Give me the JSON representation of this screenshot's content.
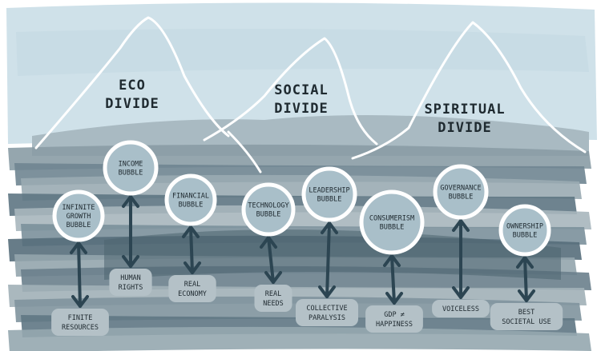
{
  "divides": [
    {
      "line1": "ECO",
      "line2": "DIVIDE"
    },
    {
      "line1": "SOCIAL",
      "line2": "DIVIDE"
    },
    {
      "line1": "SPIRITUAL",
      "line2": "DIVIDE"
    }
  ],
  "bubbles": [
    {
      "lines": [
        "INFINITE",
        "GROWTH",
        "BUBBLE"
      ],
      "consequence": [
        "FINITE",
        "RESOURCES"
      ]
    },
    {
      "lines": [
        "INCOME",
        "BUBBLE"
      ],
      "consequence": [
        "HUMAN",
        "RIGHTS"
      ]
    },
    {
      "lines": [
        "FINANCIAL",
        "BUBBLE"
      ],
      "consequence": [
        "REAL",
        "ECONOMY"
      ]
    },
    {
      "lines": [
        "TECHNOLOGY",
        "BUBBLE"
      ],
      "consequence": [
        "REAL",
        "NEEDS"
      ]
    },
    {
      "lines": [
        "LEADERSHIP",
        "BUBBLE"
      ],
      "consequence": [
        "COLLECTIVE",
        "PARALYSIS"
      ]
    },
    {
      "lines": [
        "CONSUMERISM",
        "BUBBLE"
      ],
      "consequence": [
        "GDP ≠",
        "HAPPINESS"
      ]
    },
    {
      "lines": [
        "GOVERNANCE",
        "BUBBLE"
      ],
      "consequence": [
        "VOICELESS"
      ]
    },
    {
      "lines": [
        "OWNERSHIP",
        "BUBBLE"
      ],
      "consequence": [
        "BEST",
        "SOCIETAL USE"
      ]
    }
  ],
  "colors": {
    "sky": "#c9dde6",
    "water": "#7d919b",
    "dark": "#4d6470",
    "arrow": "#2c4552",
    "label_bg": "#b4c1c7"
  }
}
